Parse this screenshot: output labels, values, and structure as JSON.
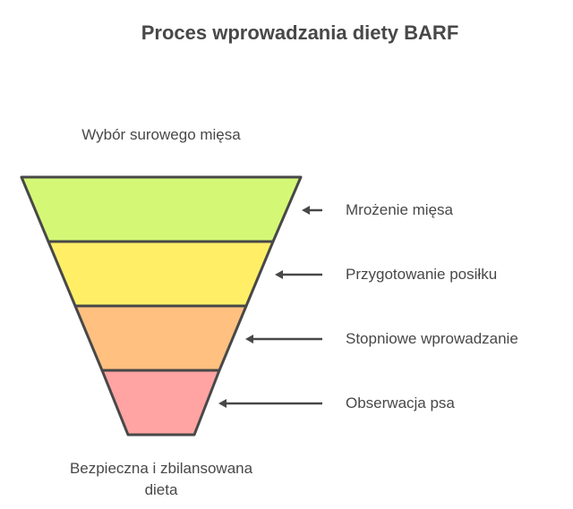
{
  "title": "Proces wprowadzania diety BARF",
  "top_label": "Wybór surowego mięsa",
  "bottom_label_line1": "Bezpieczna i zbilansowana",
  "bottom_label_line2": "dieta",
  "stages": [
    {
      "label": "Mrożenie mięsa",
      "color": "#d4f876"
    },
    {
      "label": "Przygotowanie posiłku",
      "color": "#ffee66"
    },
    {
      "label": "Stopniowe wprowadzanie",
      "color": "#ffc080"
    },
    {
      "label": "Obserwacja psa",
      "color": "#ffa3a3"
    }
  ],
  "stroke_color": "#484848"
}
